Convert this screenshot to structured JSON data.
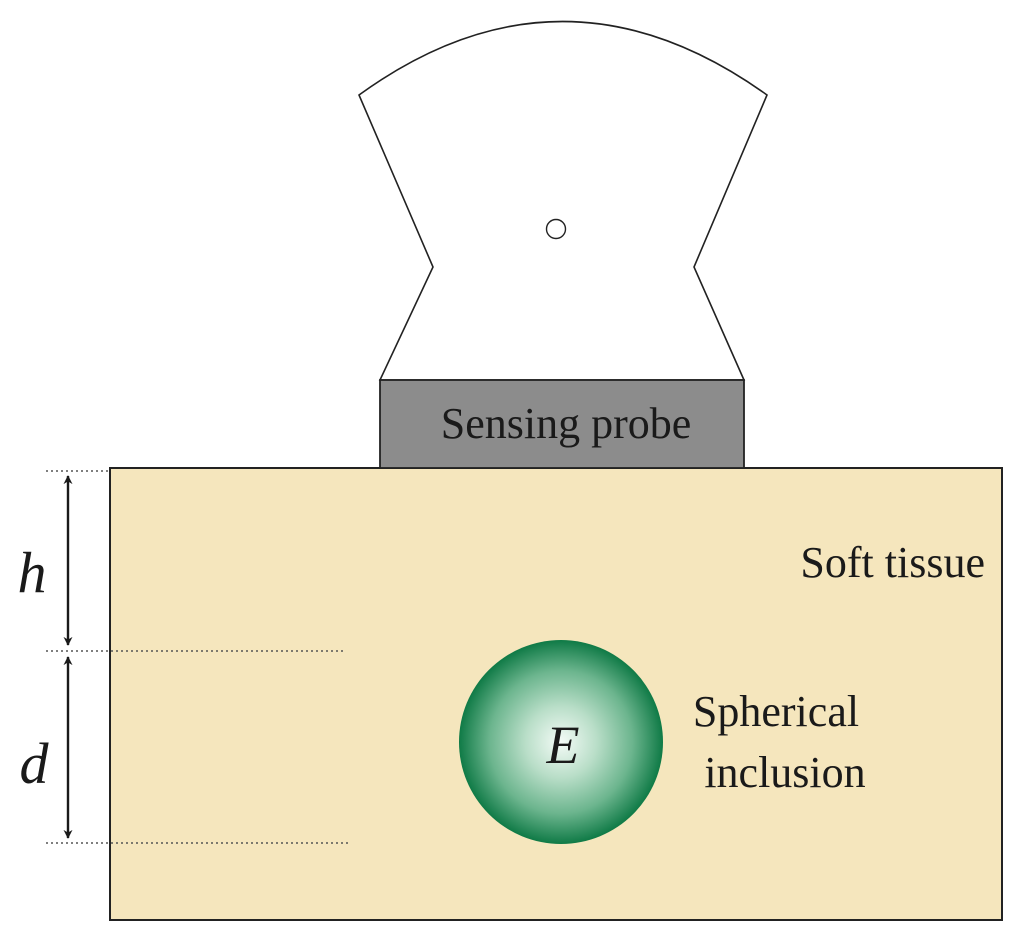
{
  "diagram": {
    "probe_label": "Sensing probe",
    "tissue_label": "Soft tissue",
    "inclusion_label_line1": "Spherical",
    "inclusion_label_line2": "inclusion",
    "inclusion_symbol": "E",
    "depth_symbol": "h",
    "diameter_symbol": "d"
  },
  "colors": {
    "tissue_fill": "#f5e6bd",
    "probe_fill": "#8c8c8c",
    "inclusion_center": "#f4fbf7",
    "inclusion_mid": "#6cb58e",
    "inclusion_edge": "#0f7a46"
  }
}
